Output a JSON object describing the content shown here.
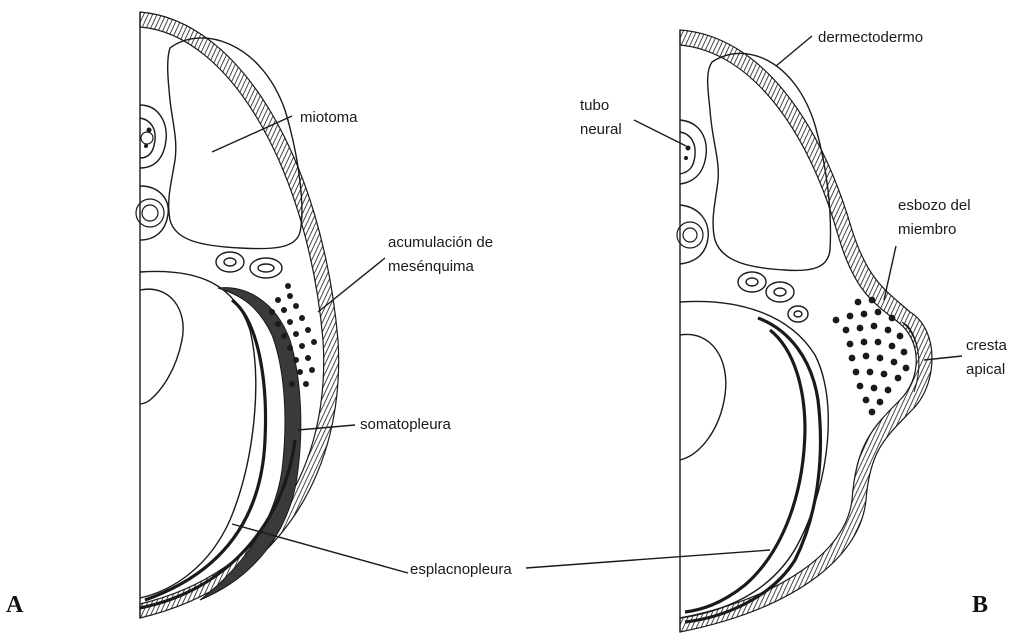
{
  "panels": [
    {
      "id": "A",
      "panel_label": "A",
      "labels": {
        "miotoma": "miotoma",
        "acumulacion_l1": "acumulación de",
        "acumulacion_l2": "mesénquima",
        "somatopleura": "somatopleura"
      }
    },
    {
      "id": "B",
      "panel_label": "B",
      "labels": {
        "dermectodermo": "dermectodermo",
        "tubo_l1": "tubo",
        "tubo_l2": "neural",
        "esbozo_l1": "esbozo del",
        "esbozo_l2": "miembro",
        "cresta_l1": "cresta",
        "cresta_l2": "apical"
      }
    }
  ],
  "shared_labels": {
    "esplacnopleura": "esplacnopleura"
  }
}
